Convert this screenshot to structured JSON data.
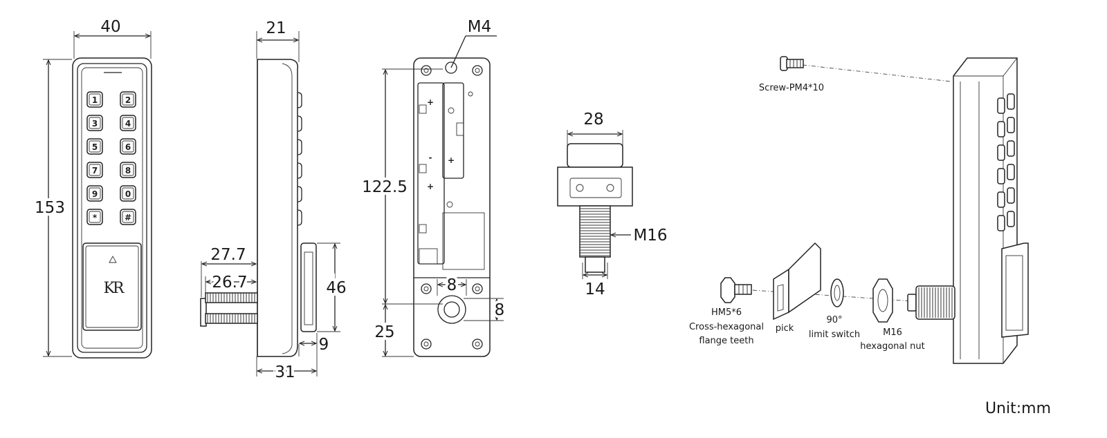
{
  "front_view": {
    "width": "40",
    "height": "153",
    "keys": [
      "1",
      "2",
      "3",
      "4",
      "5",
      "6",
      "7",
      "8",
      "9",
      "0",
      "*",
      "#"
    ],
    "logo": "KR"
  },
  "side_view": {
    "depth": "21",
    "total_depth": "31",
    "cam_offset": "9",
    "spindle_length_outer": "27.7",
    "spindle_length_inner": "26.7",
    "cam_height": "46"
  },
  "back_view": {
    "screw_label": "M4",
    "hole_spacing": "122.5",
    "bottom_offset": "25",
    "hole_width": "8",
    "hole_height": "8",
    "battery_plus": "+",
    "battery_minus": "-"
  },
  "cam_view": {
    "width": "28",
    "thread": "M16",
    "stem_width": "14"
  },
  "exploded_view": {
    "screw_label": "Screw-PM4*10",
    "flange_label_1": "HM5*6",
    "flange_label_2": "Cross-hexagonal",
    "flange_label_3": "flange teeth",
    "pick_label": "pick",
    "switch_label_1": "90°",
    "switch_label_2": "limit switch",
    "nut_label_1": "M16",
    "nut_label_2": "hexagonal nut"
  },
  "unit_label": "Unit:mm"
}
